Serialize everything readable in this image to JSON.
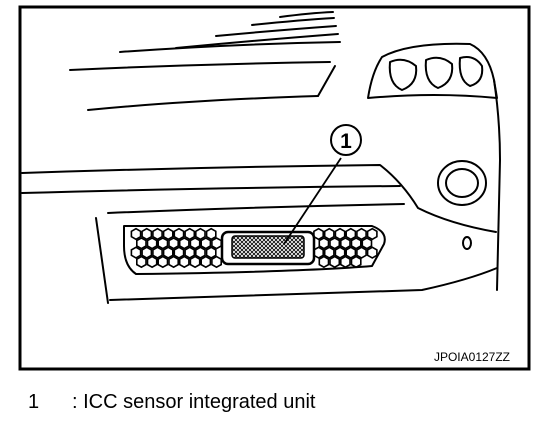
{
  "figure": {
    "image_code": "JPOIA0127ZZ",
    "callout_number": "1"
  },
  "legend": {
    "items": [
      {
        "number": "1",
        "text": ": ICC sensor integrated unit"
      }
    ]
  }
}
